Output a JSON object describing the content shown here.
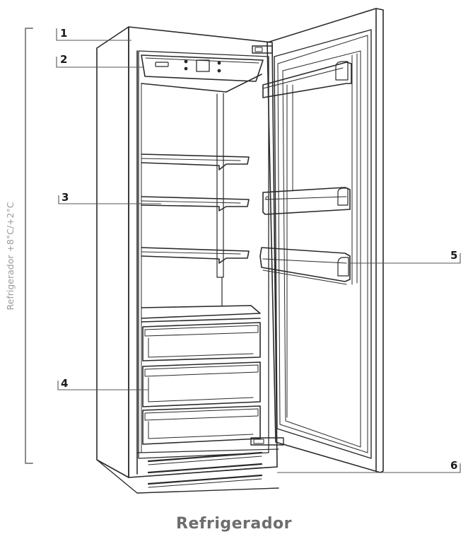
{
  "figure": {
    "caption": "Refrigerador",
    "zone_label": "Refrigerador +8°C/+2°C",
    "colors": {
      "line": "#2a2a2a",
      "leader": "#555555",
      "bracket": "#8a8a8a",
      "zone_text": "#9a9a9a",
      "caption_text": "#6d6d6d"
    }
  },
  "callouts": [
    {
      "number": "1",
      "part": "top-hinge"
    },
    {
      "number": "2",
      "part": "control-panel"
    },
    {
      "number": "3",
      "part": "shelves"
    },
    {
      "number": "4",
      "part": "drawers"
    },
    {
      "number": "5",
      "part": "door-bins"
    },
    {
      "number": "6",
      "part": "bottom-hinge"
    }
  ]
}
